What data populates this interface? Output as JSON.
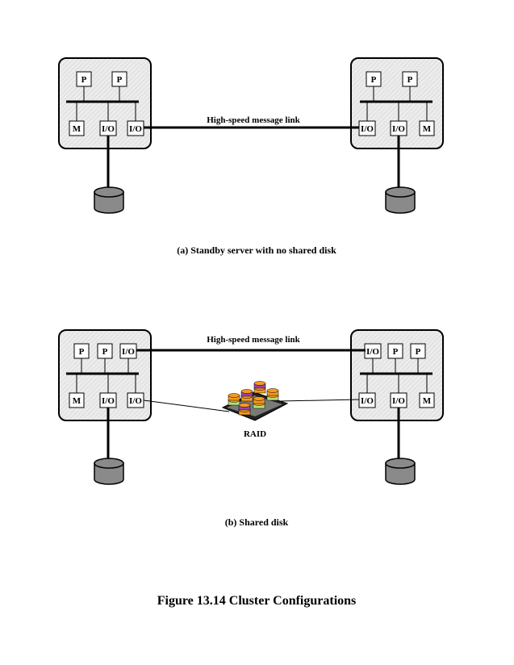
{
  "diagram_a": {
    "link_label": "High-speed message link",
    "caption": "(a) Standby server with no shared disk",
    "left_node": {
      "top_row": [
        "P",
        "P"
      ],
      "bottom_row": [
        "M",
        "I/O",
        "I/O"
      ]
    },
    "right_node": {
      "top_row": [
        "P",
        "P"
      ],
      "bottom_row": [
        "I/O",
        "I/O",
        "M"
      ]
    }
  },
  "diagram_b": {
    "link_label": "High-speed message link",
    "caption": "(b) Shared disk",
    "raid_label": "RAID",
    "left_node": {
      "top_row": [
        "P",
        "P",
        "I/O"
      ],
      "bottom_row": [
        "M",
        "I/O",
        "I/O"
      ]
    },
    "right_node": {
      "top_row": [
        "I/O",
        "P",
        "P"
      ],
      "bottom_row": [
        "I/O",
        "I/O",
        "M"
      ]
    }
  },
  "figure_title": "Figure 13.14  Cluster Configurations",
  "colors": {
    "node_fill": "#e4e4e4",
    "disk_fill": "#8a8a8a",
    "raid_orange": "#f39b1e",
    "raid_purple": "#9b3fc0",
    "raid_green": "#b8e07a"
  }
}
